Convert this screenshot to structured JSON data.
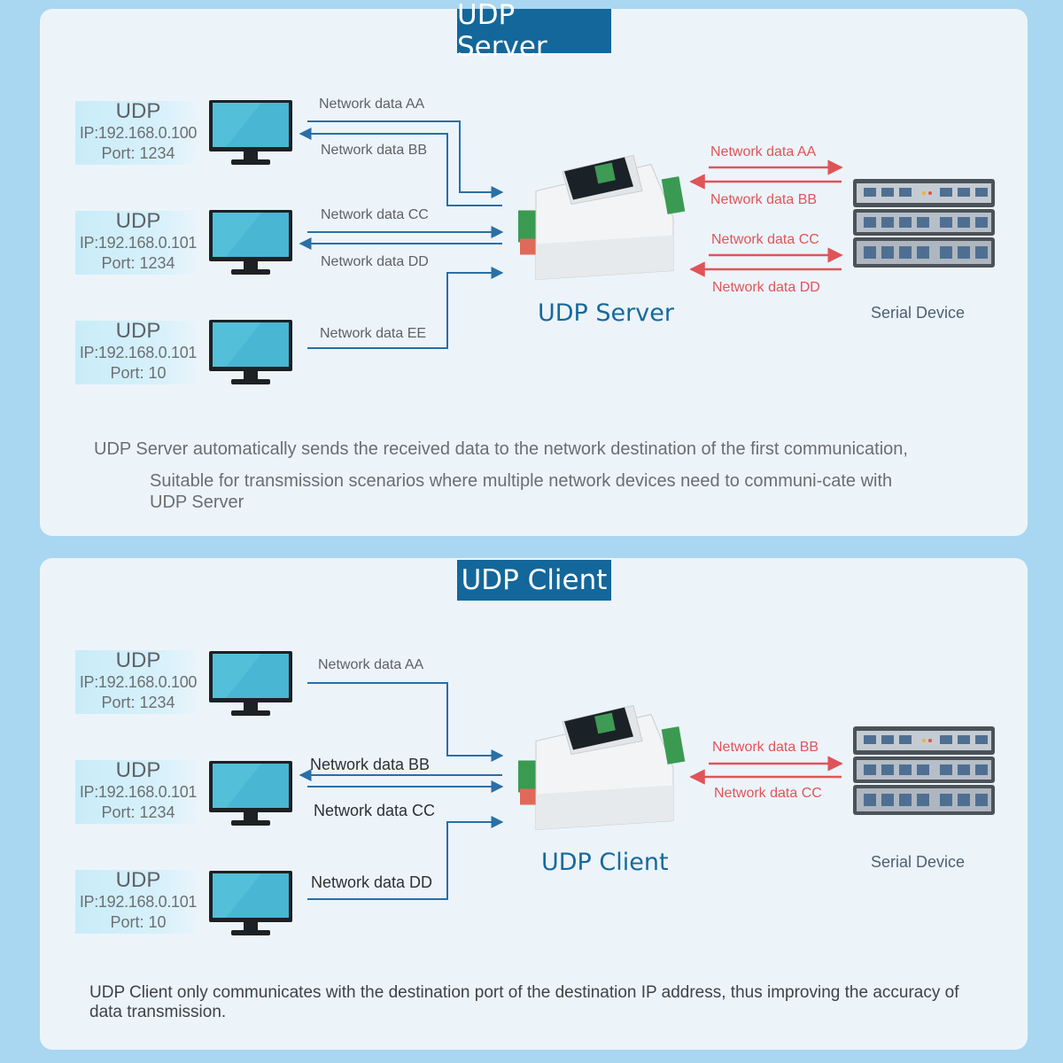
{
  "server": {
    "title": "UDP Server",
    "hosts": [
      {
        "proto": "UDP",
        "ip": "IP:192.168.0.100",
        "port": "Port: 1234"
      },
      {
        "proto": "UDP",
        "ip": "IP:192.168.0.101",
        "port": "Port: 1234"
      },
      {
        "proto": "UDP",
        "ip": "IP:192.168.0.101",
        "port": "Port: 10"
      }
    ],
    "network_flows": [
      "Network data AA",
      "Network data BB",
      "Network data CC",
      "Network data DD",
      "Network data EE"
    ],
    "serial_flows": [
      "Network data AA",
      "Network data BB",
      "Network data CC",
      "Network data DD"
    ],
    "device_caption": "UDP Server",
    "serial_device": "Serial Device",
    "description": "UDP Server automatically sends the received data to the network destination of the first communication,",
    "description2": "Suitable for transmission scenarios where multiple network devices need to communi-cate with UDP Server"
  },
  "client": {
    "title": "UDP Client",
    "hosts": [
      {
        "proto": "UDP",
        "ip": "IP:192.168.0.100",
        "port": "Port: 1234"
      },
      {
        "proto": "UDP",
        "ip": "IP:192.168.0.101",
        "port": "Port: 1234"
      },
      {
        "proto": "UDP",
        "ip": "IP:192.168.0.101",
        "port": "Port: 10"
      }
    ],
    "network_flows": [
      "Network data AA",
      "Network data BB",
      "Network data CC",
      "Network data DD"
    ],
    "serial_flows": [
      "Network data BB",
      "Network data CC"
    ],
    "device_caption": "UDP Client",
    "serial_device": "Serial Device",
    "description": "UDP Client only communicates with the destination port of the destination IP address, thus improving the accuracy of data transmission."
  },
  "colors": {
    "background": "#a9d6f0",
    "panel": "#ecf4fa",
    "title_bar": "#14679a",
    "network_arrow": "#2a6fa6",
    "serial_arrow": "#e05458",
    "monitor_screen": "#49b6d3"
  }
}
